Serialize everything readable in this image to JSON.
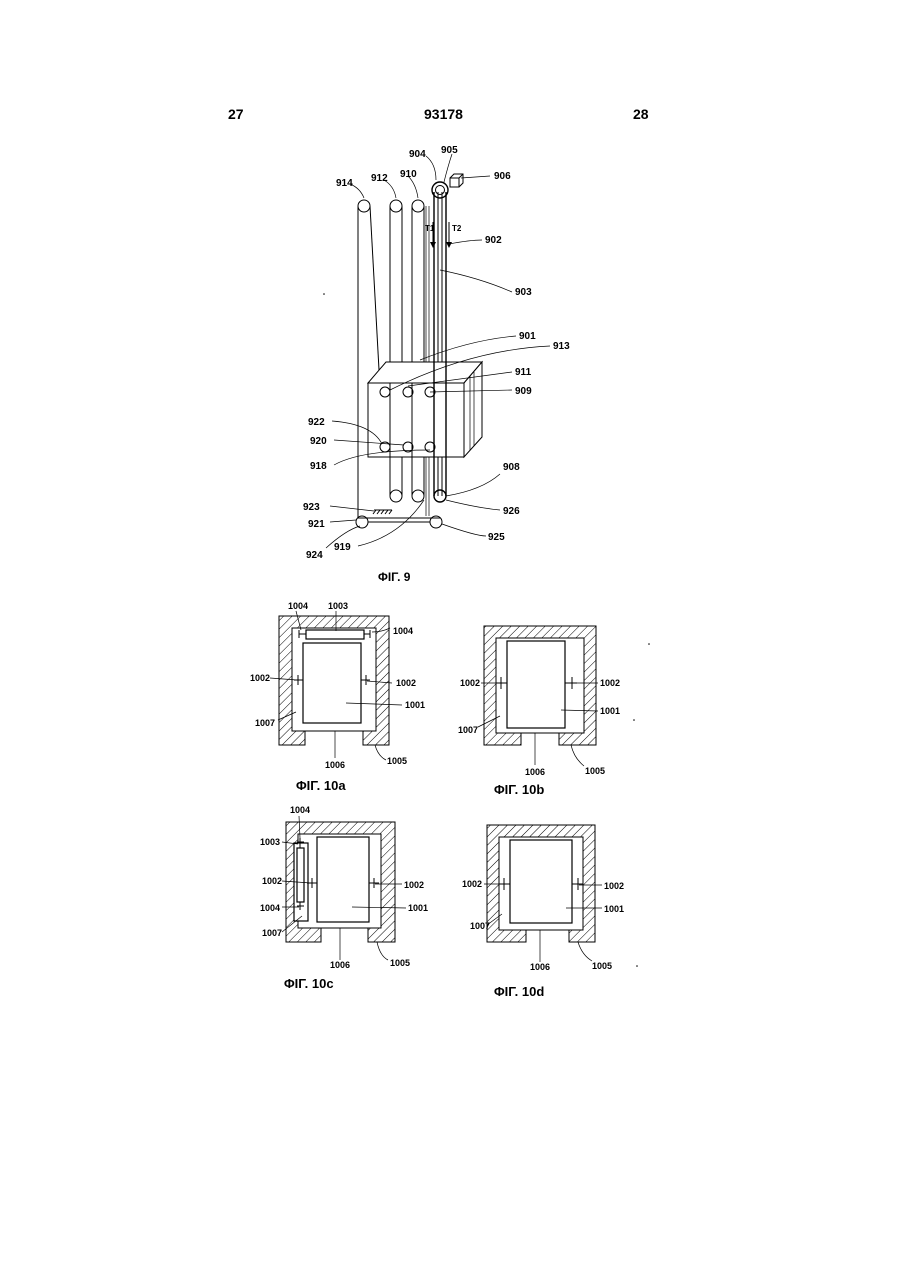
{
  "header": {
    "page_left": "27",
    "doc_number": "93178",
    "page_right": "28"
  },
  "fig9": {
    "caption": "ΦΙΓ. 9",
    "labels": {
      "l901": "901",
      "l902": "902",
      "l903": "903",
      "l904": "904",
      "l905": "905",
      "l906": "906",
      "l908": "908",
      "l909": "909",
      "l910": "910",
      "l911": "911",
      "l912": "912",
      "l913": "913",
      "l914": "914",
      "l918": "918",
      "l919": "919",
      "l920": "920",
      "l921": "921",
      "l922": "922",
      "l923": "923",
      "l924": "924",
      "l925": "925",
      "l926": "926",
      "t1": "T1",
      "t2": "T2"
    }
  },
  "fig10a": {
    "caption": "ΦΙΓ. 10a",
    "labels": {
      "l1003": "1003",
      "l1004a": "1004",
      "l1004b": "1004",
      "l1002a": "1002",
      "l1002b": "1002",
      "l1001": "1001",
      "l1007": "1007",
      "l1006": "1006",
      "l1005": "1005"
    }
  },
  "fig10b": {
    "caption": "ΦΙΓ. 10b",
    "labels": {
      "l1002a": "1002",
      "l1002b": "1002",
      "l1001": "1001",
      "l1007": "1007",
      "l1006": "1006",
      "l1005": "1005"
    }
  },
  "fig10c": {
    "caption": "ΦΙΓ. 10c",
    "labels": {
      "l1004a": "1004",
      "l1003": "1003",
      "l1002a": "1002",
      "l1002b": "1002",
      "l1004b": "1004",
      "l1001": "1001",
      "l1007": "1007",
      "l1006": "1006",
      "l1005": "1005"
    }
  },
  "fig10d": {
    "caption": "ΦΙΓ. 10d",
    "labels": {
      "l1002a": "1002",
      "l1002b": "1002",
      "l1001": "1001",
      "l1007": "1007",
      "l1006": "1006",
      "l1005": "1005"
    }
  }
}
